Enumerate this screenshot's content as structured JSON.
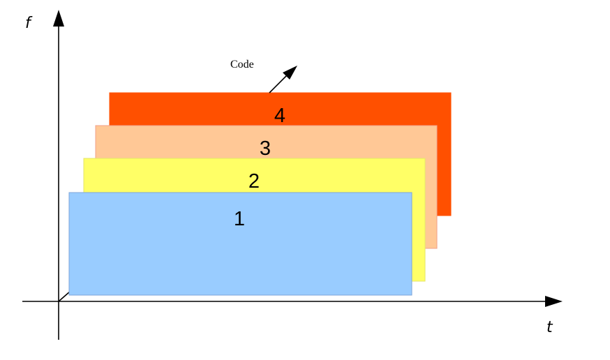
{
  "axes": {
    "vertical_label": "f",
    "horizontal_label": "t",
    "depth_label": "Code"
  },
  "layers": [
    {
      "label": "4",
      "fill": "#FF5000",
      "stroke": "#FF5000"
    },
    {
      "label": "3",
      "fill": "#FFC896",
      "stroke": "#F0A08A"
    },
    {
      "label": "2",
      "fill": "#FFFF66",
      "stroke": "#E6E66A"
    },
    {
      "label": "1",
      "fill": "#99CCFF",
      "stroke": "#7FA6D9"
    }
  ]
}
